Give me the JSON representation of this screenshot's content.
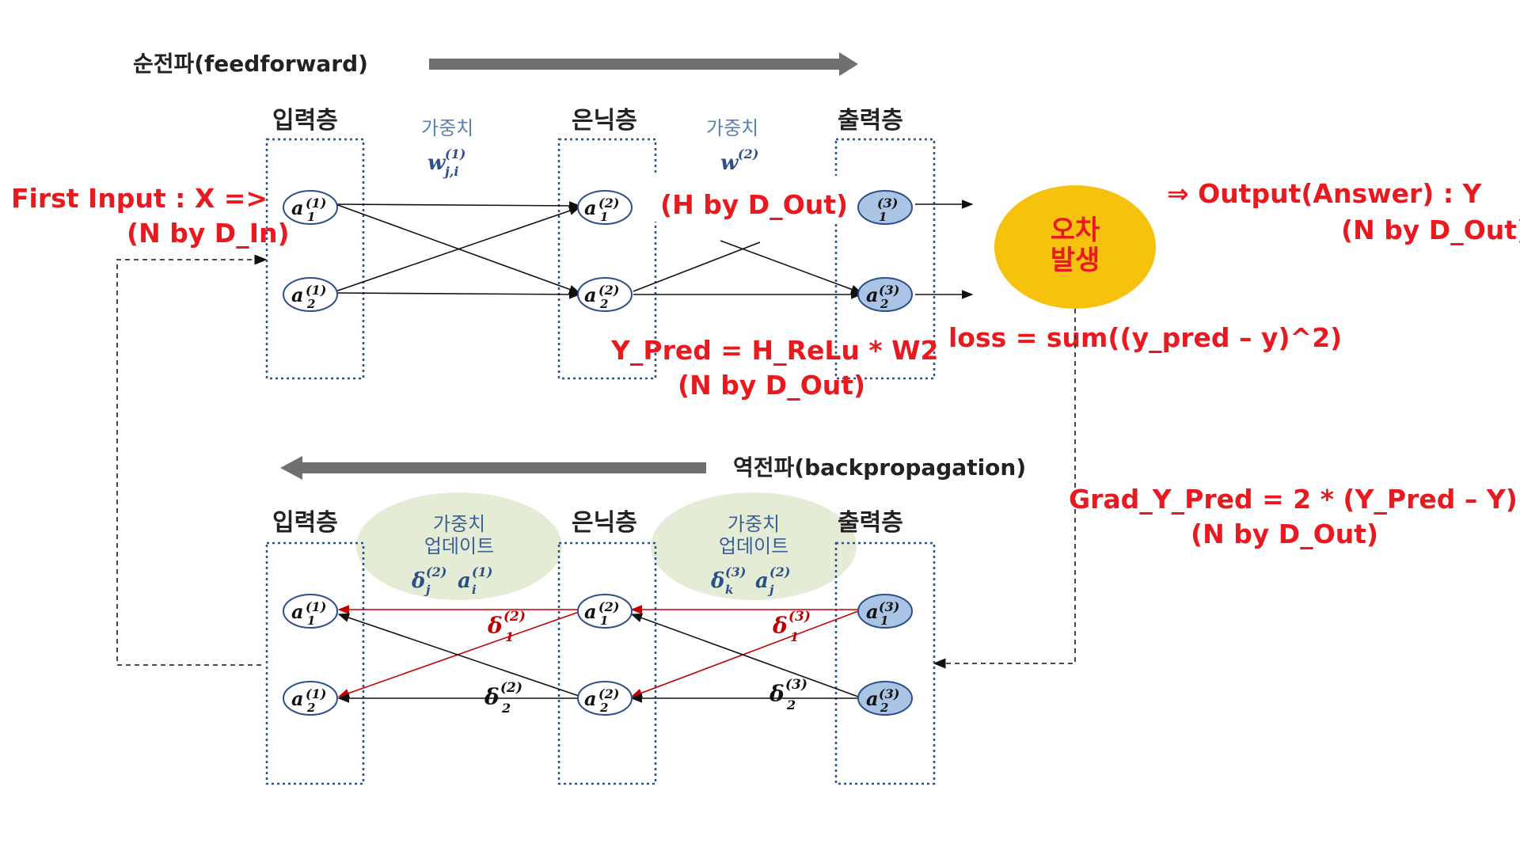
{
  "colors": {
    "accent_red": "#e8191f",
    "node_fill": "#a9c4e4",
    "error_fill": "#f7c20e",
    "update_fill": "#e4ecd6",
    "arrow_gray": "#707070"
  },
  "forward": {
    "title": "순전파(feedforward)",
    "layer_input": "입력층",
    "layer_hidden": "은닉층",
    "layer_output": "출력층",
    "weight_label": "가중치",
    "weight_label_2": "가중치"
  },
  "backward": {
    "title": "역전파(backpropagation)",
    "layer_input": "입력층",
    "layer_hidden": "은닉층",
    "layer_output": "출력층",
    "update_label_1": "가중치",
    "update_label_2": "업데이트",
    "update_label_3": "가중치",
    "update_label_4": "업데이트"
  },
  "error": {
    "line1": "오차",
    "line2": "발생"
  },
  "annotations": {
    "first_input": "First Input : X =>",
    "first_input_shape": "(N by D_In)",
    "hidden_shape": "(H by D_Out)",
    "output_answer": "⇒ Output(Answer) : Y",
    "output_shape": "(N by D_Out)",
    "loss": "loss = sum((y_pred – y)^2)",
    "y_pred": "Y_Pred = H_ReLu * W2",
    "y_pred_shape": "(N by D_Out)",
    "grad": "Grad_Y_Pred = 2 * (Y_Pred – Y)",
    "grad_shape": "(N by D_Out)"
  },
  "nodes": {
    "var": "a",
    "sup1": "(1)",
    "sup2": "(2)",
    "sup3": "(3)",
    "sub1": "1",
    "sub2": "2"
  },
  "weights": {
    "w": "w",
    "w_sup1": "(1)",
    "w_sup2": "(2)",
    "w_sub": "j,i"
  },
  "deltas": {
    "d": "δ",
    "sup2": "(2)",
    "sup3": "(3)",
    "sub1": "1",
    "sub2": "2",
    "update_1_sub": "j",
    "update_1_a_sub": "i",
    "update_2_sub": "k",
    "update_2_a_sub": "j"
  }
}
